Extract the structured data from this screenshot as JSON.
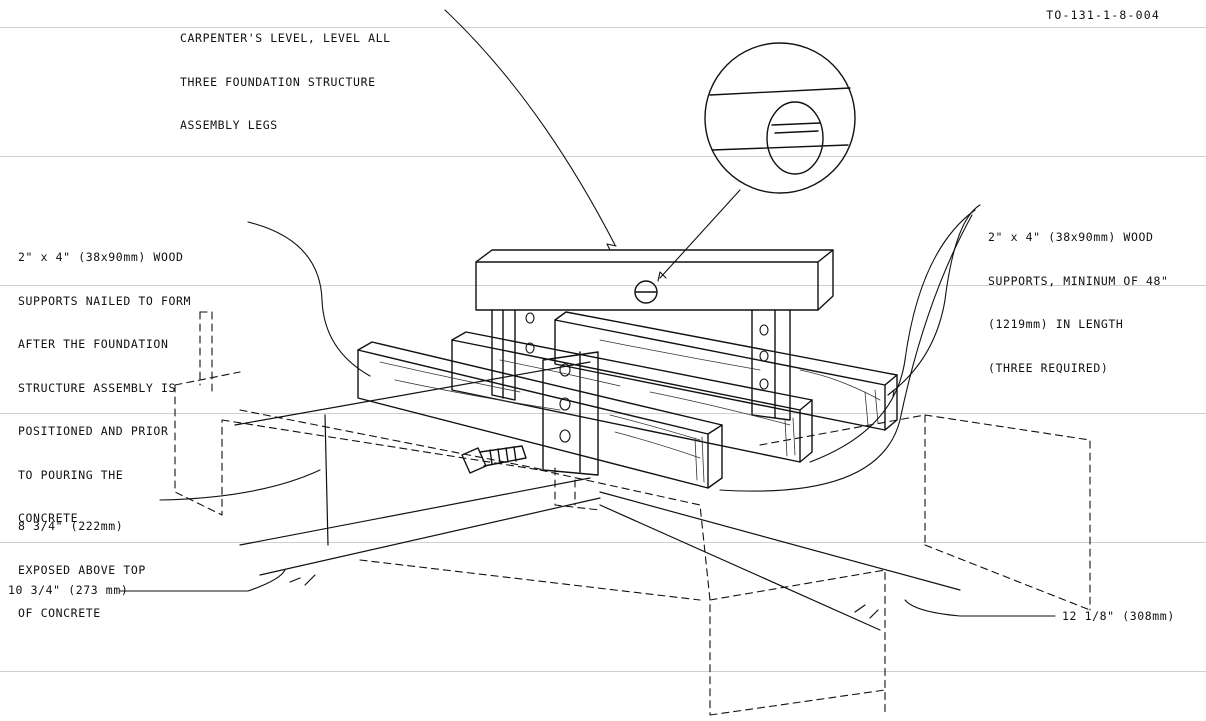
{
  "figure_code": "TO-131-1-8-004",
  "callouts": {
    "level": {
      "lines": [
        "CARPENTER'S LEVEL, LEVEL ALL",
        "THREE FOUNDATION STRUCTURE",
        "ASSEMBLY LEGS"
      ]
    },
    "left_supports": {
      "lines": [
        "2\" x 4\" (38x90mm) WOOD",
        "SUPPORTS NAILED TO FORM",
        "AFTER THE FOUNDATION",
        "STRUCTURE ASSEMBLY IS",
        "POSITIONED AND PRIOR",
        "TO POURING THE",
        "CONCRETE"
      ]
    },
    "right_supports": {
      "lines": [
        "2\" x 4\" (38x90mm) WOOD",
        "SUPPORTS, MININUM OF 48\"",
        "(1219mm) IN LENGTH",
        "(THREE REQUIRED)"
      ]
    },
    "exposed": {
      "lines": [
        "8 3/4\" (222mm)",
        "EXPOSED ABOVE TOP",
        "OF CONCRETE"
      ]
    },
    "dim_left": {
      "text": "10 3/4\" (273 mm)"
    },
    "dim_right": {
      "text": "12 1/8\" (308mm)"
    }
  }
}
